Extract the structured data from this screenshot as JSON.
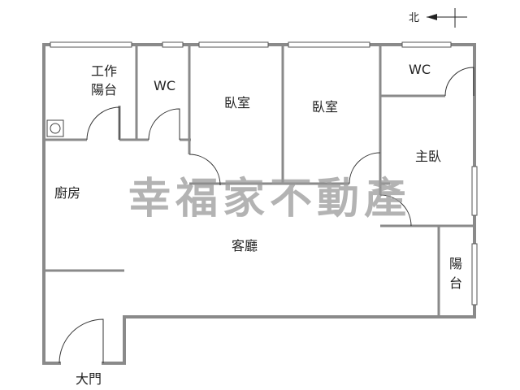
{
  "compass": {
    "label": "北"
  },
  "rooms": {
    "work_balcony_line1": "工作",
    "work_balcony_line2": "陽台",
    "wc_left": "WC",
    "bedroom_1": "臥室",
    "bedroom_2": "臥室",
    "wc_right": "WC",
    "master_bedroom": "主臥",
    "kitchen": "廚房",
    "living_room": "客廳",
    "balcony_line1": "陽",
    "balcony_line2": "台",
    "main_door": "大門"
  },
  "watermark": "幸福家不動產",
  "colors": {
    "wall": "#8a8a8a",
    "watermark": "#9a9a9a",
    "text": "#222222"
  }
}
